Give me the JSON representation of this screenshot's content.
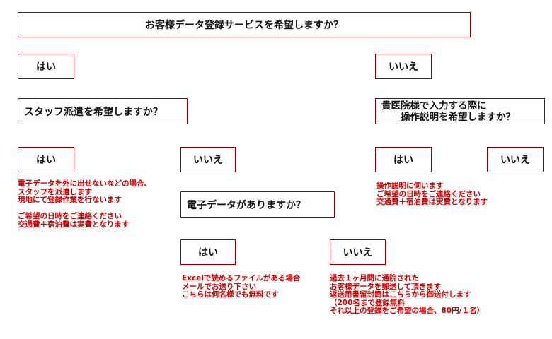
{
  "title_question": "お客様データ登録サービスを希望しますか？",
  "yes": "はい",
  "no": "いいえ",
  "staff_question": "スタッフ派遣を希望しますか？",
  "input_question": "貴医院様で入力する際に\n　　操作説明を希望しますか？",
  "data_question": "電子データがありますか？",
  "notes": {
    "staff_yes": "電子データを外に出せないなどの場合、\nスタッフを派遣します\n現地にて登録作業を行ないます\n\nご希望の日時をご連絡ください\n交通費＋宿泊費は実費となります",
    "input_yes": "操作説明に伺います\nご希望の日時をご連絡ください\n交通費＋宿泊費は実費となります",
    "data_yes": "Excelで読めるファイルがある場合\nメールでお送り下さい\nこちらは何名様でも無料です",
    "data_no": "過去１ヶ月間に通院された\nお客様データを郵送して頂きます\n返送用書留封筒はこちらから御送付します\n（200名まで登録無料\nそれ以上の登録をご希望の場合、80円/１名）"
  }
}
